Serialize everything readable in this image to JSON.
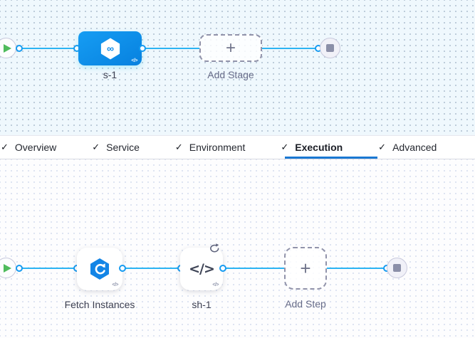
{
  "colors": {
    "connector_line": "#2cb4f3",
    "port_ring": "#169bf1",
    "stage_node_blue": "#0e8fe9",
    "play_green": "#4fbb5c",
    "stop_grey": "#8b8fa8",
    "active_tab_underline": "#1a78d2",
    "canvas_top_bg": "#eff8fd",
    "canvas_bottom_bg": "#fdfdfe"
  },
  "stage_canvas": {
    "start_node": {
      "icon": "play-icon"
    },
    "stage": {
      "label": "s-1",
      "icon": "cd-hexagon-infinity-icon",
      "glyph": "∞",
      "badge": "</>"
    },
    "add_stage": {
      "label": "Add Stage",
      "plus": "+"
    },
    "end_node": {
      "icon": "stop-icon"
    }
  },
  "tabs": [
    {
      "check": "✓",
      "label": "Overview",
      "active": false
    },
    {
      "check": "✓",
      "label": "Service",
      "active": false
    },
    {
      "check": "✓",
      "label": "Environment",
      "active": false
    },
    {
      "check": "✓",
      "label": "Execution",
      "active": true
    },
    {
      "check": "✓",
      "label": "Advanced",
      "active": false
    }
  ],
  "execution_canvas": {
    "start_node": {
      "icon": "play-icon"
    },
    "steps": [
      {
        "label": "Fetch Instances",
        "icon": "fetch-instances-hexagon-icon",
        "badge": "</>"
      },
      {
        "label": "sh-1",
        "icon": "shell-script-icon",
        "glyph": "</>",
        "badge": "</>",
        "loop_icon": "looping-strategy-icon"
      }
    ],
    "add_step": {
      "label": "Add Step",
      "plus": "+"
    },
    "end_node": {
      "icon": "stop-icon"
    }
  }
}
